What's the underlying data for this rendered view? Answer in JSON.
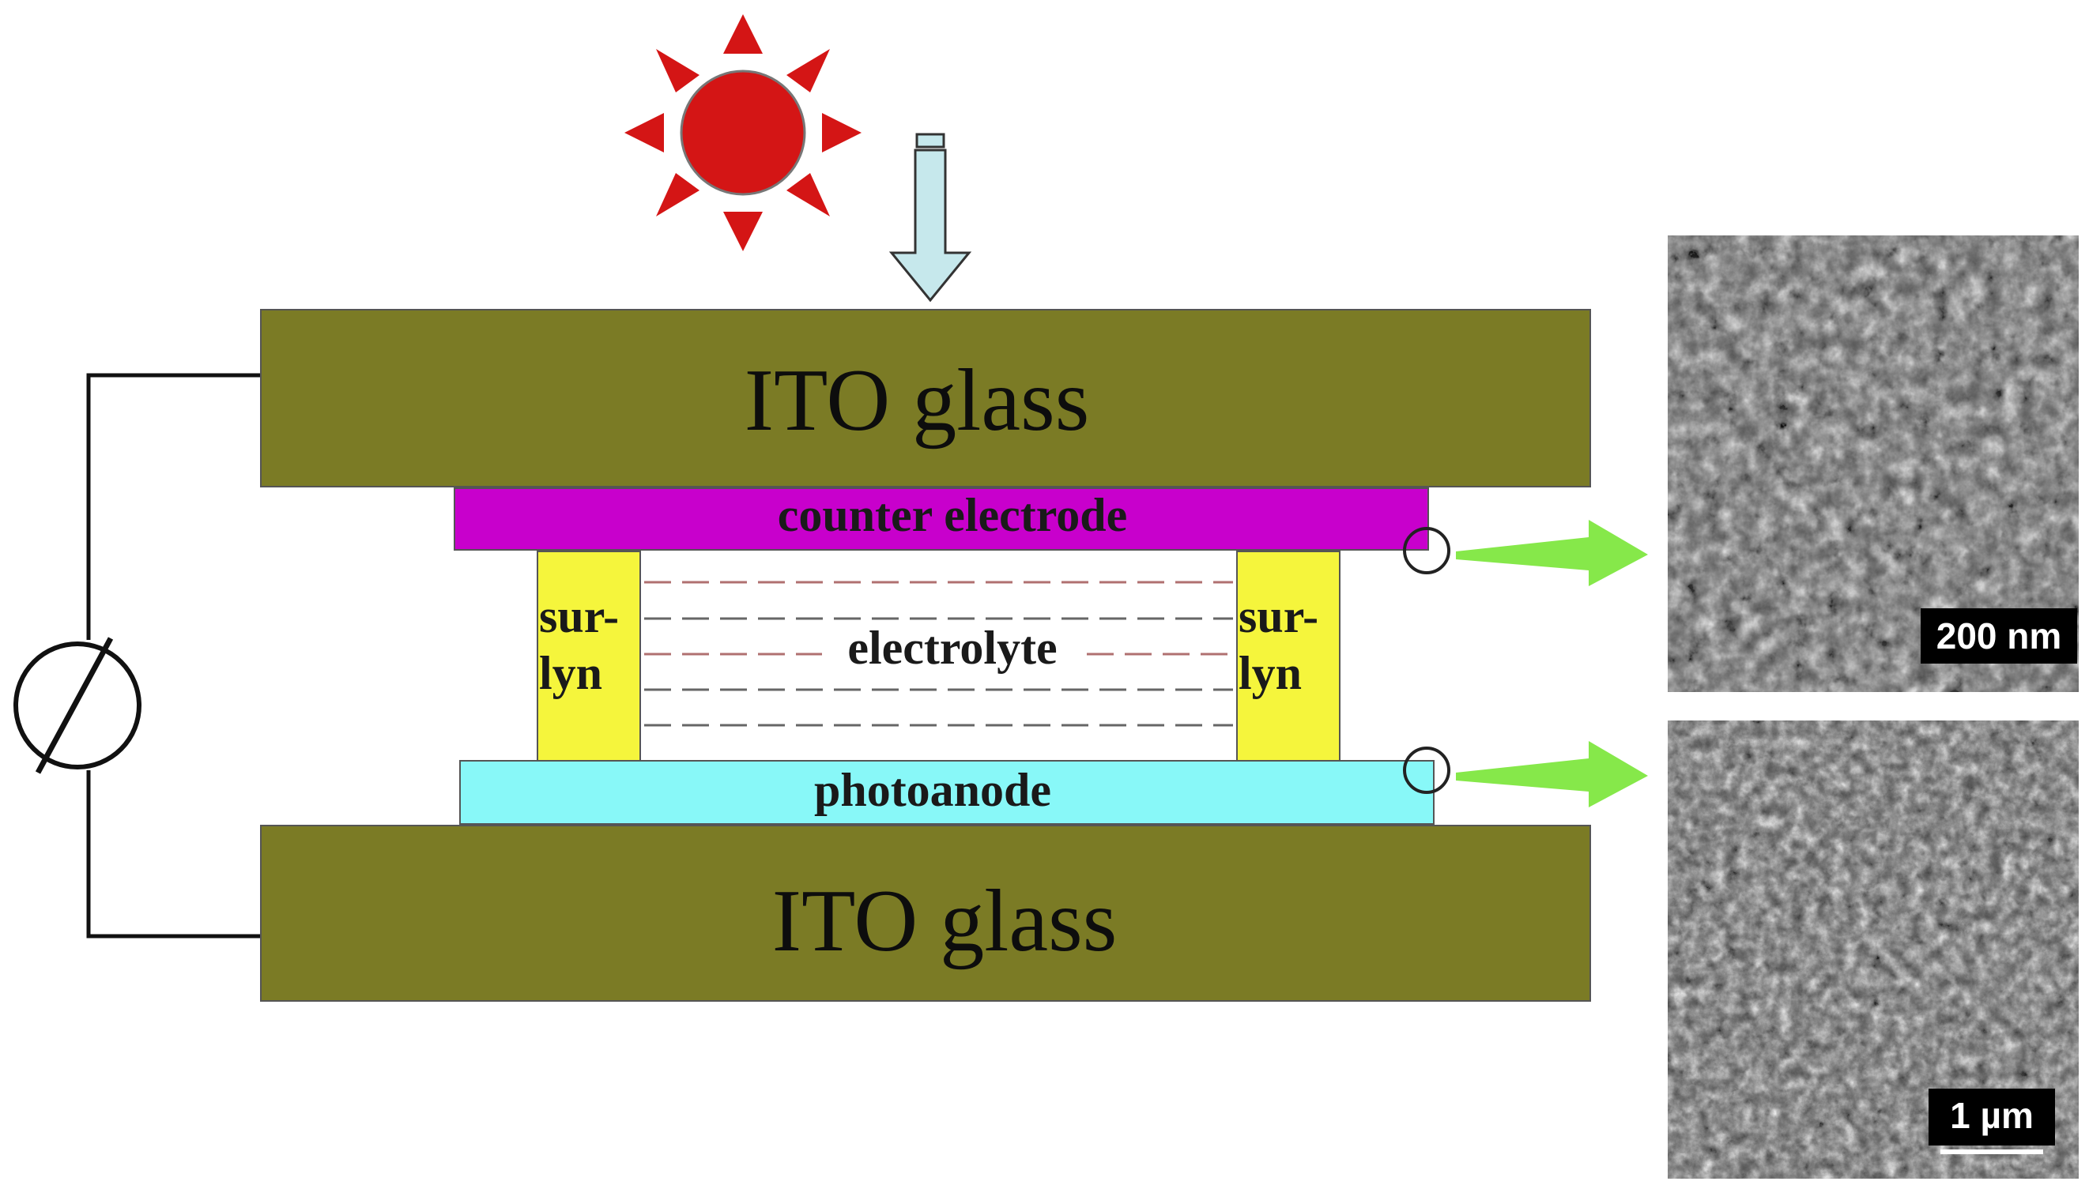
{
  "labels": {
    "ito_top": "ITO glass",
    "ito_bottom": "ITO glass",
    "counter_electrode": "counter electrode",
    "electrolyte": "electrolyte",
    "photoanode": "photoanode",
    "surlyn_left_line1": "sur-",
    "surlyn_left_line2": "lyn",
    "surlyn_right_line1": "sur-",
    "surlyn_right_line2": "lyn"
  },
  "sem": {
    "top_scale": "200 nm",
    "bottom_scale": "1 µm"
  },
  "colors": {
    "ito": "#7b7b25",
    "counter_electrode": "#c800cc",
    "photoanode": "#88f8f8",
    "surlyn": "#f5f53c",
    "sun": "#d41515",
    "light_arrow": "#c6e8ec",
    "pointer_arrow": "#86e84a"
  }
}
